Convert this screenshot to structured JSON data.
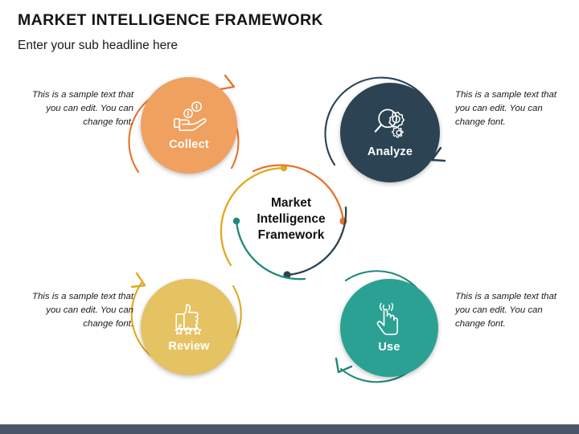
{
  "header": {
    "title": "MARKET INTELLIGENCE FRAMEWORK",
    "subtitle": "Enter your sub headline here"
  },
  "center": {
    "line1": "Market",
    "line2": "Intelligence",
    "line3": "Framework"
  },
  "nodes": [
    {
      "key": "collect",
      "label": "Collect",
      "icon": "hand-coins-icon",
      "color": "#F0A05F",
      "accent": "#E8722A",
      "caption": "This is a sample text that you can edit. You can change font.",
      "caption_align": "right"
    },
    {
      "key": "analyze",
      "label": "Analyze",
      "icon": "magnifier-gears-icon",
      "color": "#2B4352",
      "accent": "#2B4352",
      "caption": "This is a sample text that you can edit. You can change font.",
      "caption_align": "left"
    },
    {
      "key": "review",
      "label": "Review",
      "icon": "thumbs-up-stars-icon",
      "color": "#E5C262",
      "accent": "#E0A91E",
      "caption": "This is a sample text that you can edit. You can change font.",
      "caption_align": "right"
    },
    {
      "key": "use",
      "label": "Use",
      "icon": "tap-hand-icon",
      "color": "#2BA193",
      "accent": "#1F8878",
      "caption": "This is a sample text that you can edit. You can change font.",
      "caption_align": "left"
    }
  ],
  "colors": {
    "orange": "#E8722A",
    "yellow": "#E0A91E",
    "navy": "#2B4352",
    "teal": "#1F8878",
    "bottom_bar": "#4a5568",
    "text": "#111111"
  }
}
